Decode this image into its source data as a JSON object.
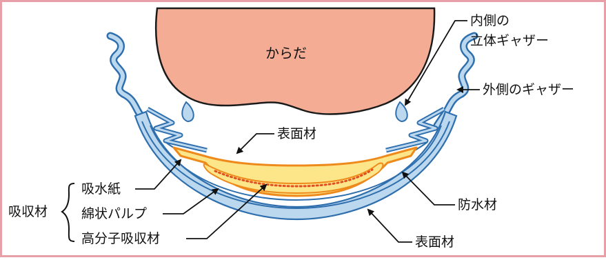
{
  "labels": {
    "body": "からだ",
    "inner_gather": [
      "内側の",
      "立体ギャザー"
    ],
    "outer_gather": "外側のギャザー",
    "top_sheet": "表面材",
    "absorbent_paper": "吸水紙",
    "absorbent_group": "吸収材",
    "fluff_pulp": "綿状パルプ",
    "polymer": "高分子吸収材",
    "waterproof": "防水材",
    "back_sheet": "表面材"
  },
  "colors": {
    "frame": "#e8a0a8",
    "body_fill": "#f4ad94",
    "blue_fill": "#bcd8ef",
    "blue_stroke": "#2f6fae",
    "yellow_fill": "#fde58a",
    "orange": "#ee8a1c",
    "leader": "#111111"
  }
}
